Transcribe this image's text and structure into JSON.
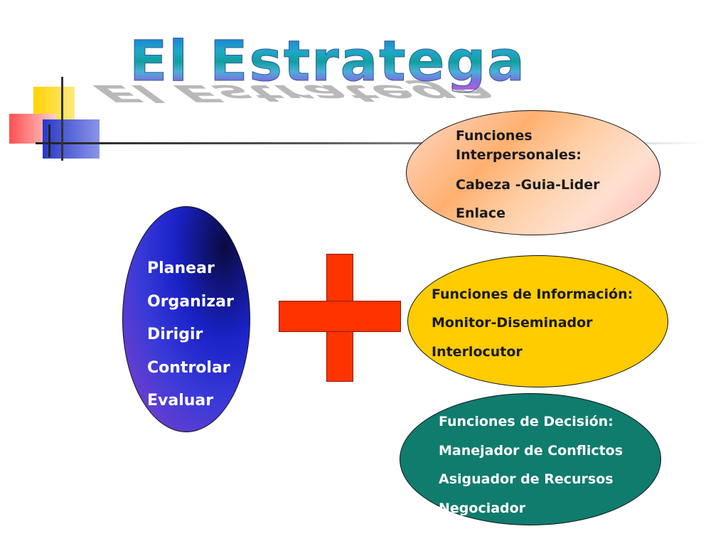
{
  "title": "El Estratega",
  "center": {
    "items": [
      "Planear",
      "Organizar",
      "Dirigir",
      "Controlar",
      "Evaluar"
    ]
  },
  "interpersonal": {
    "heading_line1": "Funciones",
    "heading_line2": "Interpersonales:",
    "items": [
      "Cabeza -Guia-Lider",
      "Enlace"
    ]
  },
  "informacion": {
    "heading": "Funciones de Información:",
    "items": [
      "Monitor-Diseminador",
      "Interlocutor"
    ]
  },
  "decision": {
    "heading": "Funciones de Decisión:",
    "items": [
      "Manejador de Conflictos",
      "Asiguador de Recursos",
      "Negociador"
    ]
  },
  "colors": {
    "plus": "#ff3300",
    "oval_informacion": "#ffcc00",
    "oval_decision": "#0f7c6e"
  }
}
